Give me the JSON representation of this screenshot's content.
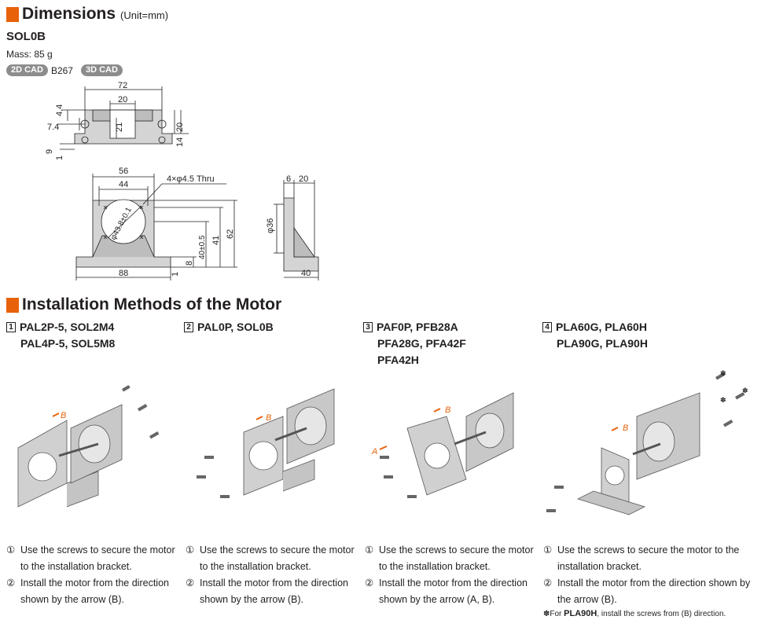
{
  "dimensions": {
    "title": "Dimensions",
    "unit": "(Unit=mm)",
    "model": "SOL0B",
    "mass": "Mass: 85 g",
    "cad_2d": "2D CAD",
    "cad_code": "B267",
    "cad_3d": "3D CAD",
    "top_view": {
      "d72": "72",
      "d20": "20",
      "d4_4": "4.4",
      "d7_4": "7.4",
      "d21": "21",
      "d20r": "20",
      "d14": "14",
      "d9": "9",
      "d1": "1"
    },
    "front_view": {
      "d56": "56",
      "d44": "44",
      "hole": "4×φ4.5 Thru",
      "pcd": "φ43.8±0.1",
      "d88": "88",
      "d62": "62",
      "d41": "41",
      "d40": "40±0.5",
      "d8": "8",
      "d1": "1"
    },
    "side_view": {
      "d6": "6",
      "d20": "20",
      "d36": "φ36",
      "d40": "40"
    }
  },
  "installation": {
    "title": "Installation Methods of the Motor",
    "columns": [
      {
        "num": "1",
        "models": [
          "PAL2P-5, SOL2M4",
          "PAL4P-5, SOL5M8"
        ],
        "arrows": [
          "B"
        ],
        "steps": [
          {
            "mark": "①",
            "text": "Use the screws to secure the motor to the installation bracket."
          },
          {
            "mark": "②",
            "text": "Install the motor from the direction shown by the arrow (B)."
          }
        ]
      },
      {
        "num": "2",
        "models": [
          "PAL0P, SOL0B"
        ],
        "arrows": [
          "B"
        ],
        "steps": [
          {
            "mark": "①",
            "text": "Use the screws to secure the motor to the installation bracket."
          },
          {
            "mark": "②",
            "text": "Install the motor from the direction shown by the arrow (B)."
          }
        ]
      },
      {
        "num": "3",
        "models": [
          "PAF0P, PFB28A",
          "PFA28G, PFA42F",
          "PFA42H"
        ],
        "arrows": [
          "A",
          "B"
        ],
        "steps": [
          {
            "mark": "①",
            "text": "Use the screws to secure the motor to the installation bracket."
          },
          {
            "mark": "②",
            "text": "Install the motor from the direction shown by the arrow (A, B)."
          }
        ]
      },
      {
        "num": "4",
        "models": [
          "PLA60G, PLA60H",
          "PLA90G, PLA90H"
        ],
        "arrows": [
          "B"
        ],
        "steps": [
          {
            "mark": "①",
            "text": "Use the screws to secure the motor to the installation bracket."
          },
          {
            "mark": "②",
            "text": "Install the motor from the direction shown by the arrow (B)."
          }
        ],
        "note_mark": "✽",
        "note_prefix": "For ",
        "note_model": "PLA90H",
        "note_suffix": ", install the screws from (B) direction.",
        "star": "✽"
      }
    ]
  },
  "colors": {
    "accent": "#e8620a",
    "ink": "#231f20",
    "part": "#cfcfcf",
    "arrow": "#e8620a"
  }
}
